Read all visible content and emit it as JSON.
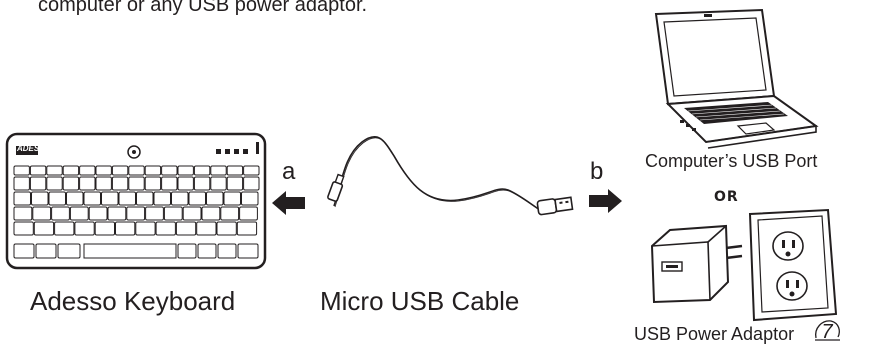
{
  "intro_text": "computer or any USB power adaptor.",
  "keyboard": {
    "brand": "ADESSO",
    "caption": "Adesso Keyboard"
  },
  "cable": {
    "caption": "Micro USB Cable"
  },
  "arrows": {
    "a_label": "a",
    "b_label": "b"
  },
  "computer": {
    "caption": "Computer’s USB Port"
  },
  "or_label": "OR",
  "adaptor": {
    "caption": "USB Power Adaptor"
  },
  "page_number": "7",
  "colors": {
    "ink": "#231f20",
    "background": "#ffffff"
  }
}
